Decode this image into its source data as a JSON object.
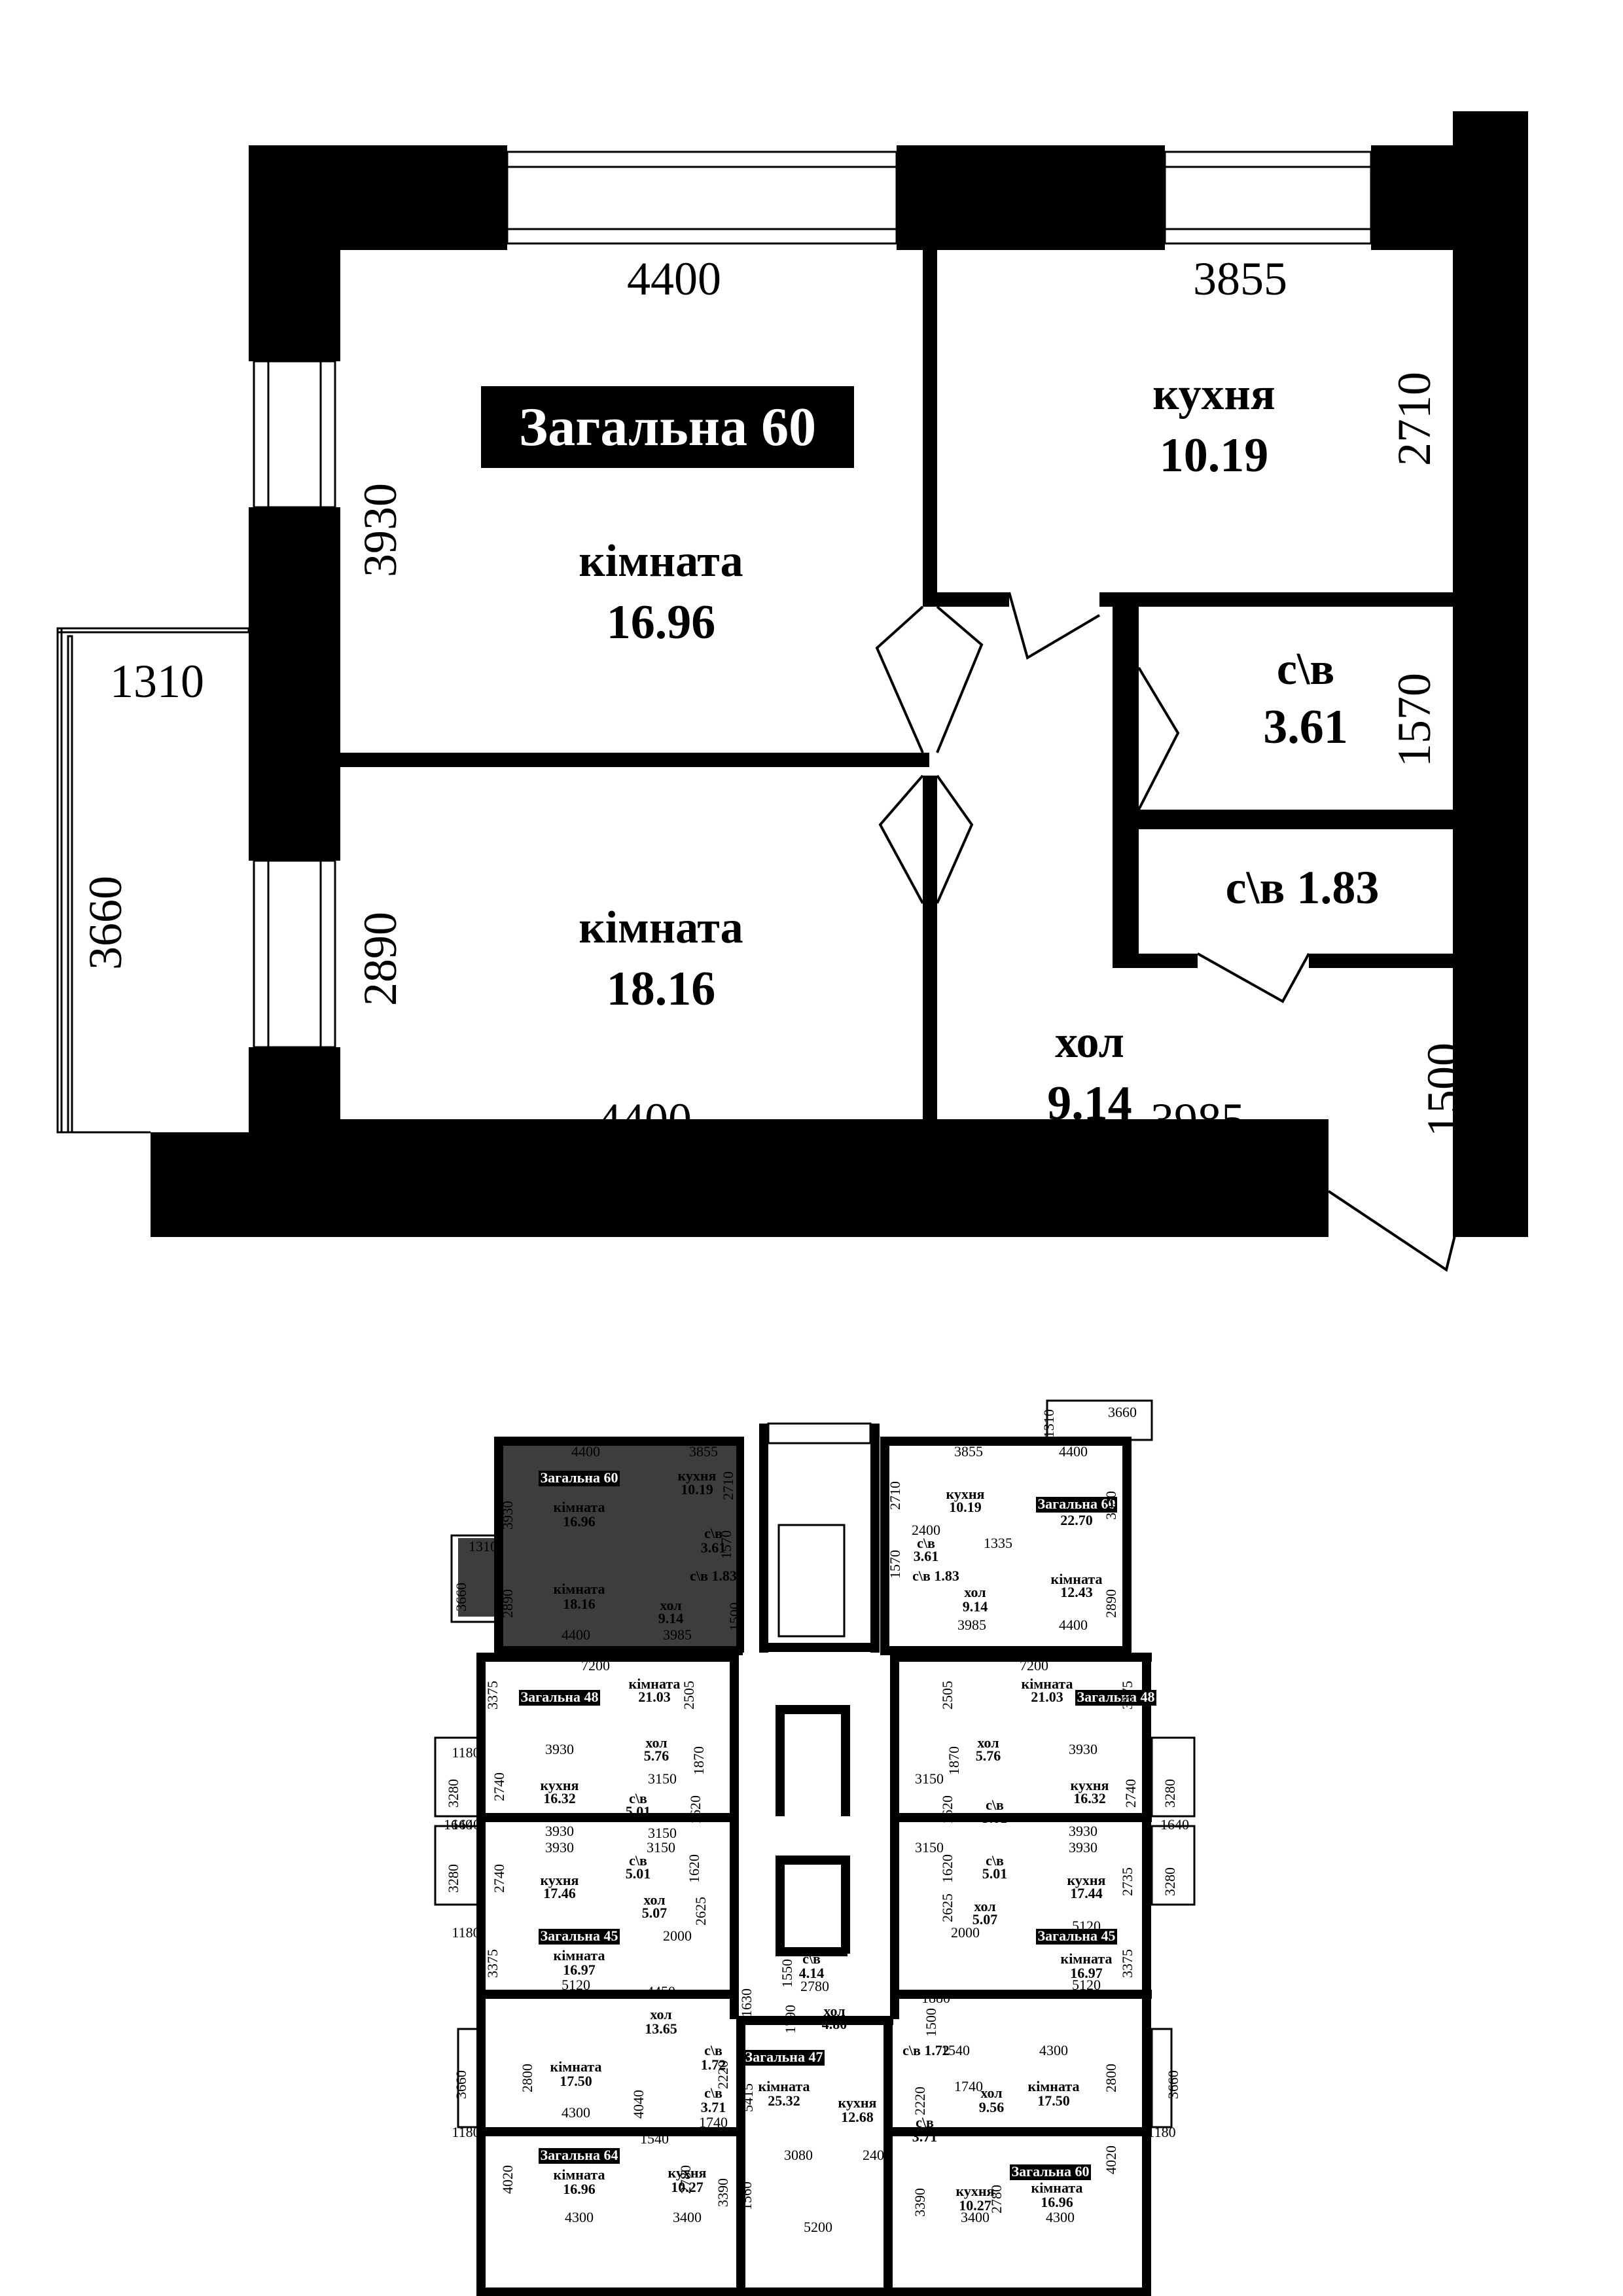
{
  "apartment": {
    "total_label": "Загальна 60",
    "rooms": {
      "room1": {
        "name": "кімната",
        "area": "16.96"
      },
      "room2": {
        "name": "кімната",
        "area": "18.16"
      },
      "kitchen": {
        "name": "кухня",
        "area": "10.19"
      },
      "bath1": {
        "name": "с\\в",
        "area": "3.61"
      },
      "bath2": {
        "label": "с\\в 1.83"
      },
      "hall": {
        "name": "хол",
        "area": "9.14"
      }
    },
    "dimensions": {
      "d_top_left": "4400",
      "d_top_right": "3855",
      "d_kitchen_h": "2710",
      "d_room1_h": "3930",
      "d_balcony_w": "1310",
      "d_balcony_h": "3660",
      "d_bath1_h": "1570",
      "d_room2_h": "2890",
      "d_bottom_left": "4400",
      "d_bottom_right": "3985",
      "d_entry_h": "1500"
    }
  },
  "floor": {
    "labels": [
      {
        "t": "3660"
      },
      {
        "t": "1310"
      },
      {
        "t": "3855"
      },
      {
        "t": "4400"
      },
      {
        "t": "2710"
      },
      {
        "t": "кухня"
      },
      {
        "t": "10.19"
      },
      {
        "t": "Загальна 60"
      },
      {
        "t": "22.70"
      },
      {
        "t": "3930"
      },
      {
        "t": "2400"
      },
      {
        "t": "с\\в"
      },
      {
        "t": "3.61"
      },
      {
        "t": "1570"
      },
      {
        "t": "1335"
      },
      {
        "t": "с\\в 1.83"
      },
      {
        "t": "кімната"
      },
      {
        "t": "12.43"
      },
      {
        "t": "хол"
      },
      {
        "t": "9.14"
      },
      {
        "t": "2890"
      },
      {
        "t": "3985"
      },
      {
        "t": "4400"
      },
      {
        "t": "4400"
      },
      {
        "t": "3855"
      },
      {
        "t": "Загальна 60"
      },
      {
        "t": "кухня"
      },
      {
        "t": "10.19"
      },
      {
        "t": "2710"
      },
      {
        "t": "3930"
      },
      {
        "t": "кімната"
      },
      {
        "t": "16.96"
      },
      {
        "t": "с\\в"
      },
      {
        "t": "3.61"
      },
      {
        "t": "1570"
      },
      {
        "t": "1310"
      },
      {
        "t": "с\\в 1.83"
      },
      {
        "t": "3660"
      },
      {
        "t": "2890"
      },
      {
        "t": "кімната"
      },
      {
        "t": "18.16"
      },
      {
        "t": "хол"
      },
      {
        "t": "9.14"
      },
      {
        "t": "4400"
      },
      {
        "t": "3985"
      },
      {
        "t": "1500"
      },
      {
        "t": "7200"
      },
      {
        "t": "3375"
      },
      {
        "t": "Загальна 48"
      },
      {
        "t": "кімната"
      },
      {
        "t": "21.03"
      },
      {
        "t": "2505"
      },
      {
        "t": "1180"
      },
      {
        "t": "3930"
      },
      {
        "t": "хол"
      },
      {
        "t": "5.76"
      },
      {
        "t": "1870"
      },
      {
        "t": "3280"
      },
      {
        "t": "2740"
      },
      {
        "t": "3150"
      },
      {
        "t": "кухня"
      },
      {
        "t": "16.32"
      },
      {
        "t": "с\\в"
      },
      {
        "t": "5.01"
      },
      {
        "t": "1620"
      },
      {
        "t": "1640"
      },
      {
        "t": "3930"
      },
      {
        "t": "3150"
      },
      {
        "t": "7200"
      },
      {
        "t": "2505"
      },
      {
        "t": "кімната"
      },
      {
        "t": "21.03"
      },
      {
        "t": "Загальна 48"
      },
      {
        "t": "3375"
      },
      {
        "t": "хол"
      },
      {
        "t": "5.76"
      },
      {
        "t": "1870"
      },
      {
        "t": "3930"
      },
      {
        "t": "3150"
      },
      {
        "t": "кухня"
      },
      {
        "t": "16.32"
      },
      {
        "t": "2740"
      },
      {
        "t": "3280"
      },
      {
        "t": "1620"
      },
      {
        "t": "с\\в"
      },
      {
        "t": "5.01"
      },
      {
        "t": "1640"
      },
      {
        "t": "3930"
      },
      {
        "t": "1640"
      },
      {
        "t": "3930"
      },
      {
        "t": "3150"
      },
      {
        "t": "с\\в"
      },
      {
        "t": "5.01"
      },
      {
        "t": "1620"
      },
      {
        "t": "3280"
      },
      {
        "t": "2740"
      },
      {
        "t": "кухня"
      },
      {
        "t": "17.46"
      },
      {
        "t": "хол"
      },
      {
        "t": "5.07"
      },
      {
        "t": "2625"
      },
      {
        "t": "1180"
      },
      {
        "t": "Загальна 45"
      },
      {
        "t": "2000"
      },
      {
        "t": "3375"
      },
      {
        "t": "кімната"
      },
      {
        "t": "16.97"
      },
      {
        "t": "5120"
      },
      {
        "t": "3150"
      },
      {
        "t": "с\\в"
      },
      {
        "t": "5.01"
      },
      {
        "t": "1620"
      },
      {
        "t": "3930"
      },
      {
        "t": "кухня"
      },
      {
        "t": "17.44"
      },
      {
        "t": "2735"
      },
      {
        "t": "3280"
      },
      {
        "t": "5120"
      },
      {
        "t": "хол"
      },
      {
        "t": "5.07"
      },
      {
        "t": "2625"
      },
      {
        "t": "2000"
      },
      {
        "t": "Загальна 45"
      },
      {
        "t": "кімната"
      },
      {
        "t": "16.97"
      },
      {
        "t": "3375"
      },
      {
        "t": "5120"
      },
      {
        "t": "4450"
      },
      {
        "t": "хол"
      },
      {
        "t": "13.65"
      },
      {
        "t": "1630"
      },
      {
        "t": "1550"
      },
      {
        "t": "с\\в"
      },
      {
        "t": "4.14"
      },
      {
        "t": "2780"
      },
      {
        "t": "1790"
      },
      {
        "t": "хол"
      },
      {
        "t": "4.80"
      },
      {
        "t": "1880"
      },
      {
        "t": "1500"
      },
      {
        "t": "кімната"
      },
      {
        "t": "17.50"
      },
      {
        "t": "2800"
      },
      {
        "t": "4300"
      },
      {
        "t": "3660"
      },
      {
        "t": "1180"
      },
      {
        "t": "с\\в"
      },
      {
        "t": "1.72"
      },
      {
        "t": "2220"
      },
      {
        "t": "4040"
      },
      {
        "t": "с\\в"
      },
      {
        "t": "3.71"
      },
      {
        "t": "1740"
      },
      {
        "t": "1540"
      },
      {
        "t": "Загальна 64"
      },
      {
        "t": "4020"
      },
      {
        "t": "кімната"
      },
      {
        "t": "16.96"
      },
      {
        "t": "2780"
      },
      {
        "t": "кухня"
      },
      {
        "t": "10.27"
      },
      {
        "t": "3390"
      },
      {
        "t": "4300"
      },
      {
        "t": "3400"
      },
      {
        "t": "Загальна 47"
      },
      {
        "t": "5415"
      },
      {
        "t": "кімната"
      },
      {
        "t": "25.32"
      },
      {
        "t": "кухня"
      },
      {
        "t": "12.68"
      },
      {
        "t": "3080"
      },
      {
        "t": "2400"
      },
      {
        "t": "1560"
      },
      {
        "t": "5200"
      },
      {
        "t": "с\\в 1.72"
      },
      {
        "t": "1540"
      },
      {
        "t": "4300"
      },
      {
        "t": "1740"
      },
      {
        "t": "2220"
      },
      {
        "t": "хол"
      },
      {
        "t": "9.56"
      },
      {
        "t": "кімната"
      },
      {
        "t": "17.50"
      },
      {
        "t": "2800"
      },
      {
        "t": "3660"
      },
      {
        "t": "с\\в"
      },
      {
        "t": "3.71"
      },
      {
        "t": "1180"
      },
      {
        "t": "4020"
      },
      {
        "t": "Загальна 60"
      },
      {
        "t": "3390"
      },
      {
        "t": "2780"
      },
      {
        "t": "кухня"
      },
      {
        "t": "10.27"
      },
      {
        "t": "кімната"
      },
      {
        "t": "16.96"
      },
      {
        "t": "3400"
      },
      {
        "t": "4300"
      }
    ]
  }
}
